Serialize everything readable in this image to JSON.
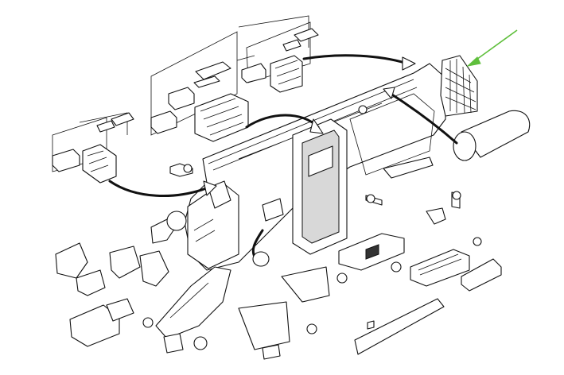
{
  "diagram": {
    "kind": "exploded-parts-view",
    "subject": "dashboard-assembly",
    "colors": {
      "line": "#111111",
      "background": "#ffffff",
      "callout_arrow": "#5fbf3c"
    },
    "callout": {
      "target": "right-side-vent-grille",
      "icon": "arrow-icon"
    },
    "icons": [
      "screw-icon",
      "clip-icon",
      "vent-icon",
      "bracket-icon"
    ]
  }
}
